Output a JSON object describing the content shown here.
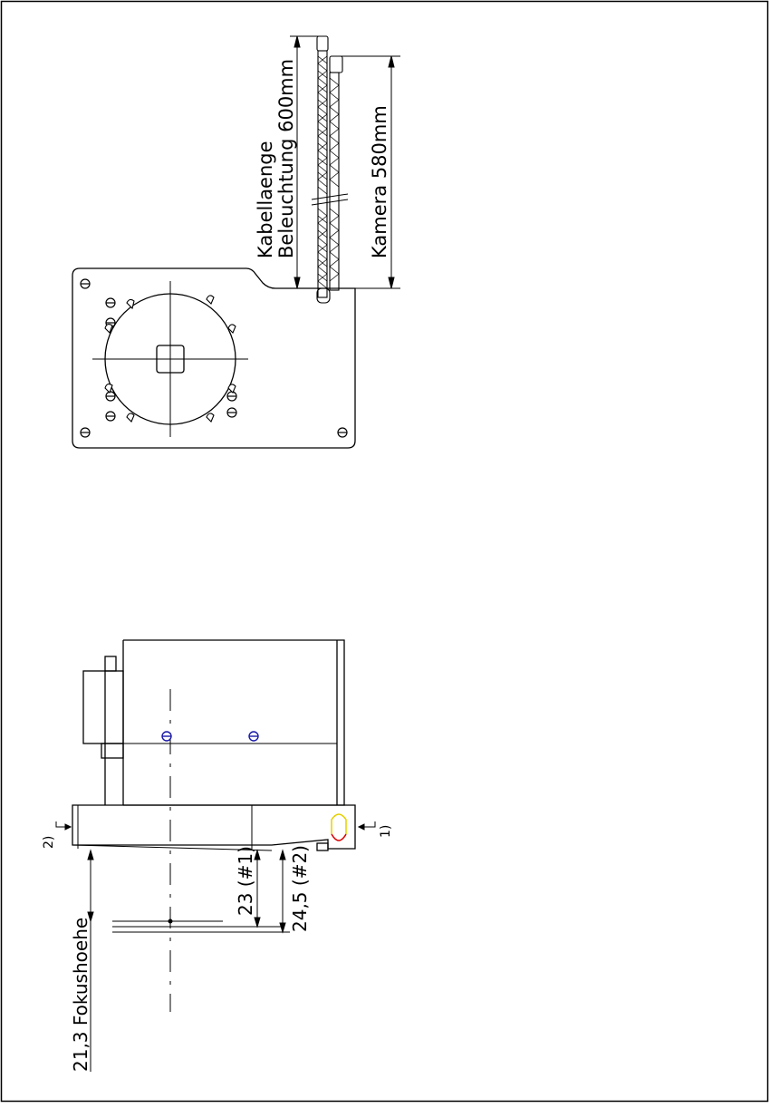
{
  "labels": {
    "cable_length_line1": "Kabellaenge",
    "cable_length_line2": "Beleuchtung 600mm",
    "camera_length": "Kamera 580mm",
    "dim_23": "23 (#1)",
    "dim_245": "24,5 (#2)",
    "focus_height": "21,3 Fokushoehe",
    "marker_1": "1)",
    "marker_2": "2)"
  },
  "colors": {
    "line": "#000000",
    "screw_blue": "#1a1aa8",
    "led_yellow": "#e6d000",
    "led_red": "#d80000"
  }
}
